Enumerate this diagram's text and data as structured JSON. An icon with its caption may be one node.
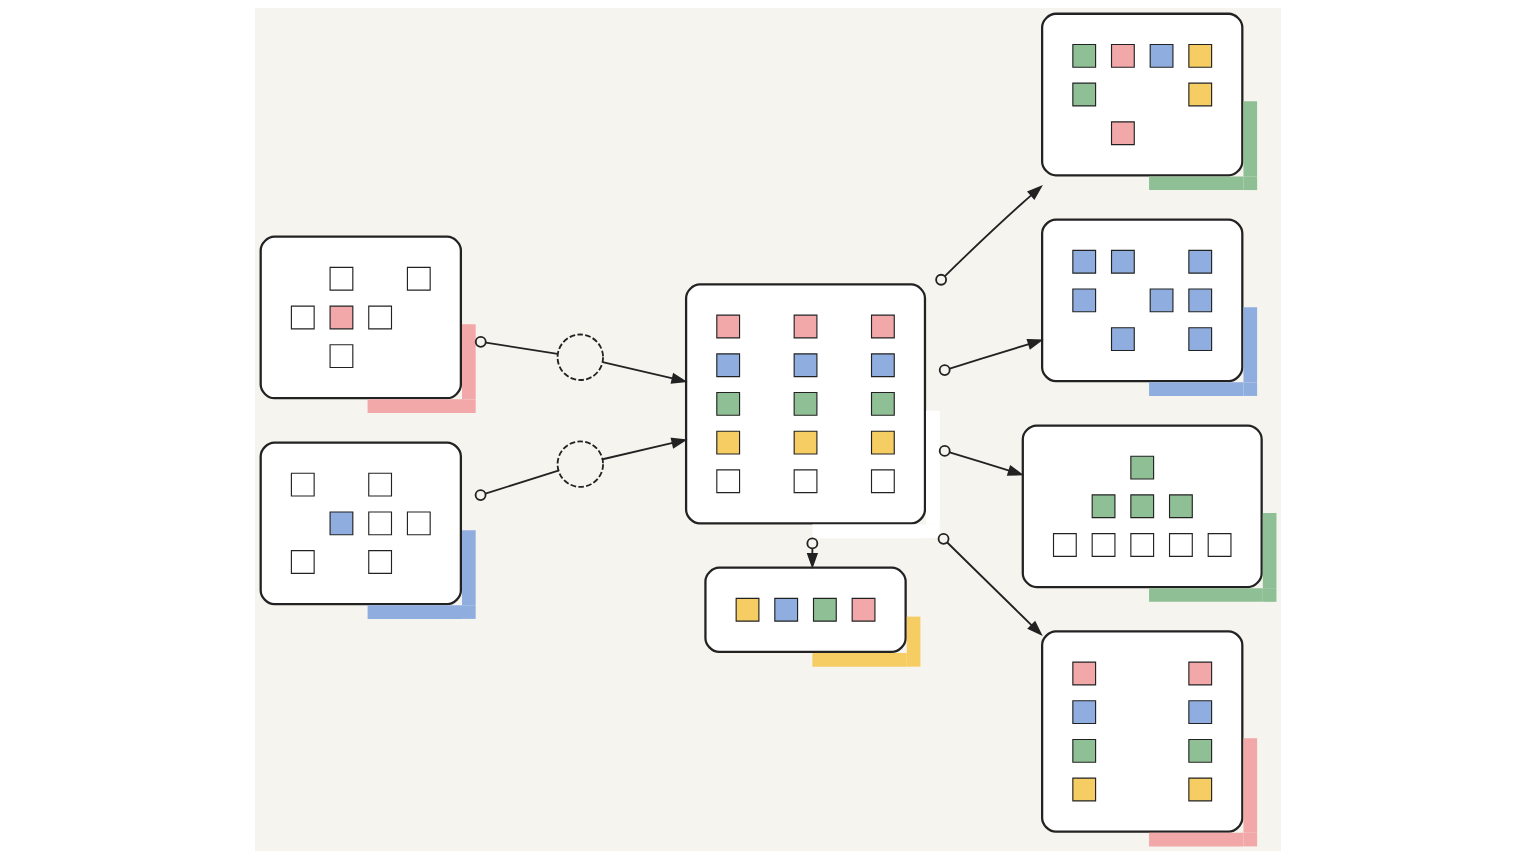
{
  "diagram": {
    "nodes": [
      {
        "text": [],
        "shape": "picture"
      },
      {
        "text": [],
        "shape": "circle"
      },
      {
        "text": [],
        "shape": "picture"
      },
      {
        "text": [],
        "shape": "circle"
      },
      {
        "text": [],
        "shape": "picture"
      },
      {
        "text": [],
        "shape": "picture"
      },
      {
        "text": [],
        "shape": "picture"
      },
      {
        "text": [],
        "shape": "picture"
      },
      {
        "text": [],
        "shape": "picture"
      },
      {
        "text": [],
        "shape": "picture"
      }
    ],
    "edges": [
      {
        "from": 0,
        "to": 1,
        "arrow": "other"
      },
      {
        "from": 1,
        "to": 4,
        "arrow": "to"
      },
      {
        "from": 2,
        "to": 3,
        "arrow": "other"
      },
      {
        "from": 3,
        "to": 4,
        "arrow": "to"
      },
      {
        "from": 4,
        "to": 5,
        "arrow": "to"
      },
      {
        "from": 4,
        "to": 6,
        "arrow": "to"
      },
      {
        "from": 4,
        "to": 7,
        "arrow": "to"
      },
      {
        "from": 4,
        "to": 8,
        "arrow": "to"
      },
      {
        "from": 4,
        "to": 9,
        "arrow": "to"
      }
    ]
  }
}
